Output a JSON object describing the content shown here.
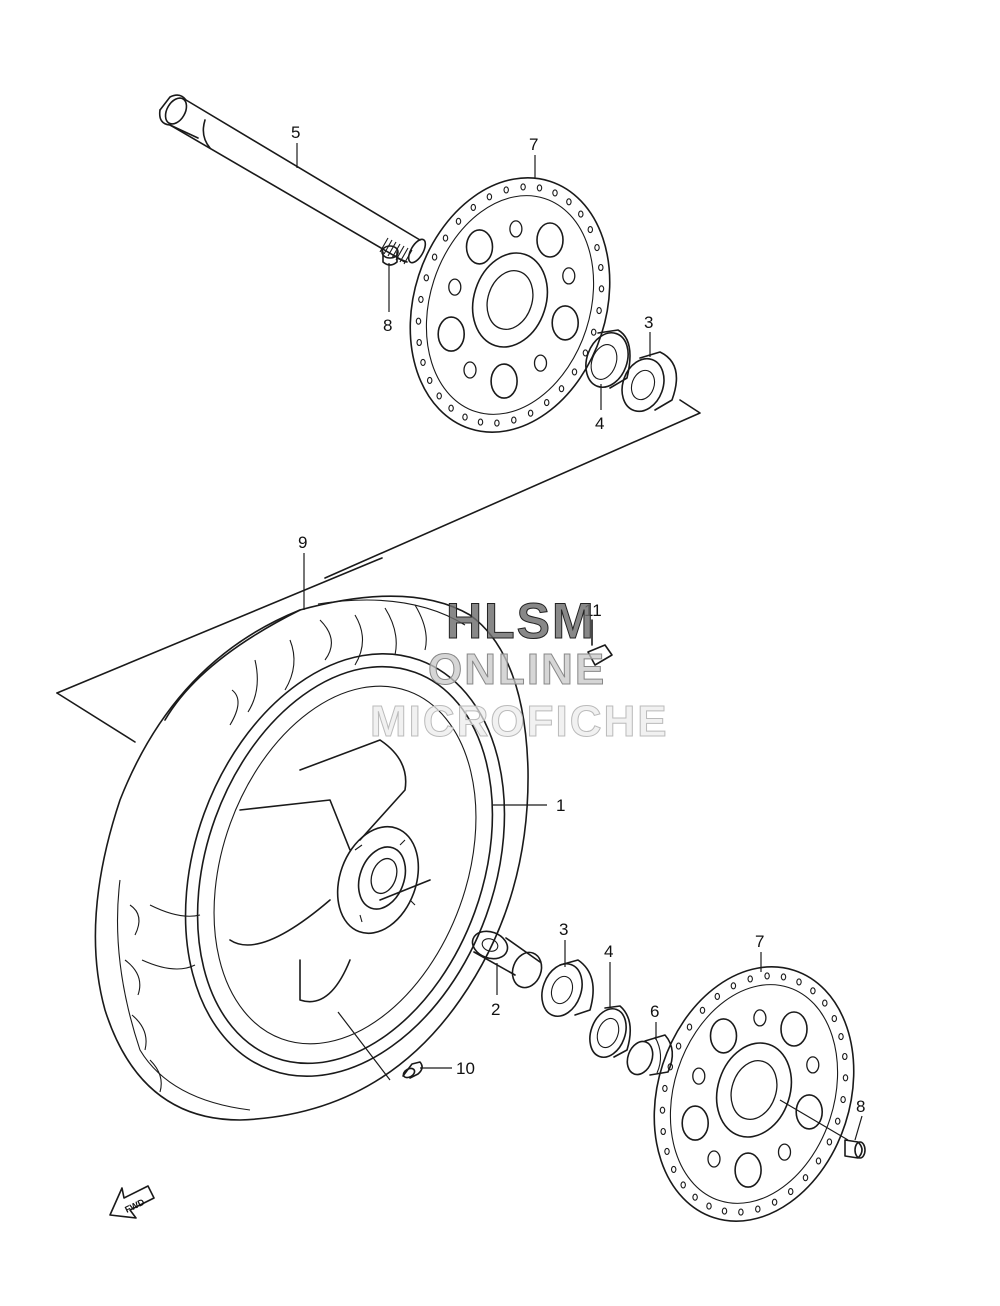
{
  "watermark": {
    "line1": "HLSM",
    "line2": "ONLINE",
    "line3": "MICROFICHE"
  },
  "callouts": {
    "p1": "1",
    "p2": "2",
    "p3_top": "3",
    "p3_bottom": "3",
    "p4_top": "4",
    "p4_bottom": "4",
    "p5": "5",
    "p6": "6",
    "p7_top": "7",
    "p7_bottom": "7",
    "p8_top": "8",
    "p8_bottom": "8",
    "p9": "9",
    "p10": "10",
    "p11": "11"
  },
  "fwd_label": "FWD"
}
